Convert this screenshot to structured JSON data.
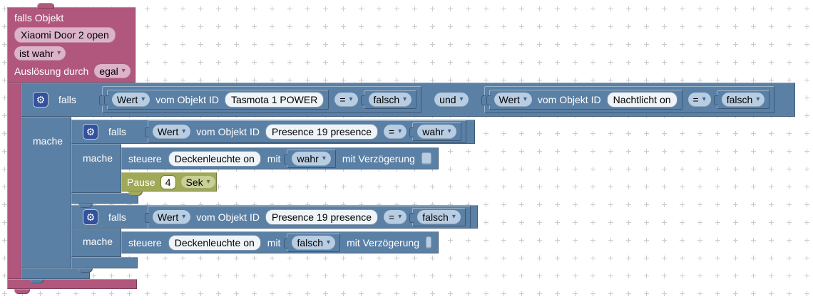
{
  "colors": {
    "trigger_block": "#b1577e",
    "logic_block": "#5b80a5",
    "timeout_block": "#9fa958",
    "dropdown_field": "#b8cde1",
    "text_field": "#eff4f8",
    "grid_cross": "#cccccc"
  },
  "icons": {
    "gear": "⚙",
    "dropdown_arrow": "▾"
  },
  "trigger": {
    "title": "falls Objekt",
    "object": "Xiaomi Door 2 open",
    "state": "ist wahr",
    "trigger_label": "Auslösung durch",
    "trigger_mode": "egal"
  },
  "outer_if": {
    "if_label": "falls",
    "do_label": "mache",
    "operator": "und",
    "cond_left": {
      "sel": "Wert",
      "of": "vom Objekt ID",
      "obj": "Tasmota 1 POWER",
      "op": "=",
      "val": "falsch"
    },
    "cond_right": {
      "sel": "Wert",
      "of": "vom Objekt ID",
      "obj": "Nachtlicht on",
      "op": "=",
      "val": "falsch"
    }
  },
  "if1": {
    "if_label": "falls",
    "do_label": "mache",
    "cond": {
      "sel": "Wert",
      "of": "vom Objekt ID",
      "obj": "Presence 19 presence",
      "op": "=",
      "val": "wahr"
    },
    "control": {
      "verb": "steuere",
      "obj": "Deckenleuchte on",
      "with_label": "mit",
      "val": "wahr",
      "delay_label": "mit Verzögerung",
      "delay_checked": false
    },
    "pause": {
      "label": "Pause",
      "value": "4",
      "unit": "Sek"
    }
  },
  "if2": {
    "if_label": "falls",
    "do_label": "mache",
    "cond": {
      "sel": "Wert",
      "of": "vom Objekt ID",
      "obj": "Presence 19 presence",
      "op": "=",
      "val": "falsch"
    },
    "control": {
      "verb": "steuere",
      "obj": "Deckenleuchte on",
      "with_label": "mit",
      "val": "falsch",
      "delay_label": "mit Verzögerung",
      "delay_checked": false
    }
  }
}
